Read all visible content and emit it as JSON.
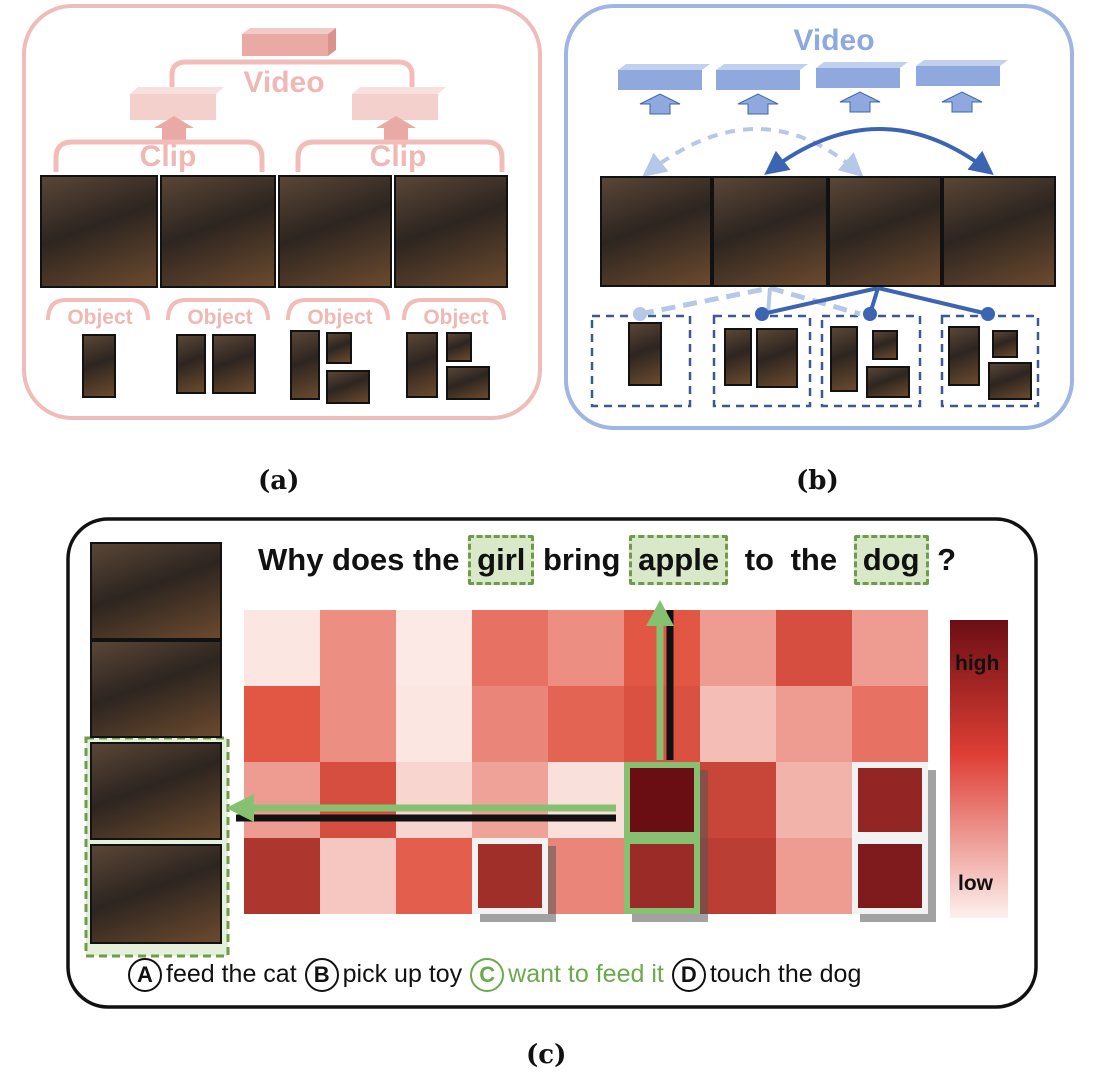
{
  "panel_a": {
    "title_video": "Video",
    "title_clip_left": "Clip",
    "title_clip_right": "Clip",
    "object_labels": [
      "Object",
      "Object",
      "Object",
      "Object"
    ],
    "caption": "(a)",
    "color": "#e9a9a4"
  },
  "panel_b": {
    "title_video": "Video",
    "caption": "(b)",
    "color": "#7f9fd6",
    "dark_color": "#3b64b3"
  },
  "panel_c": {
    "question": {
      "w1": "Why does the",
      "w2": "girl",
      "w3": "bring",
      "w4": "apple",
      "w5": "to",
      "w6": "the",
      "w7": "dog",
      "w8": "?"
    },
    "options": [
      {
        "letter": "A",
        "text": "feed the cat"
      },
      {
        "letter": "B",
        "text": "pick up toy"
      },
      {
        "letter": "C",
        "text": "want to feed it"
      },
      {
        "letter": "D",
        "text": "touch the dog"
      }
    ],
    "legend": {
      "high": "high",
      "low": "low"
    },
    "caption": "(c)",
    "heatmap": [
      [
        0.04,
        0.35,
        0.03,
        0.45,
        0.35,
        0.55,
        0.3,
        0.6,
        0.3
      ],
      [
        0.55,
        0.35,
        0.04,
        0.38,
        0.5,
        0.58,
        0.18,
        0.3,
        0.45
      ],
      [
        0.3,
        0.6,
        0.1,
        0.28,
        0.06,
        1.0,
        0.65,
        0.22,
        0.85
      ],
      [
        0.75,
        0.15,
        0.52,
        0.8,
        0.38,
        0.82,
        0.7,
        0.3,
        0.92
      ]
    ],
    "highlighted_cells": [
      [
        2,
        5
      ],
      [
        3,
        5
      ],
      [
        2,
        8
      ],
      [
        3,
        8
      ],
      [
        3,
        3
      ]
    ],
    "green": "#86c070"
  }
}
